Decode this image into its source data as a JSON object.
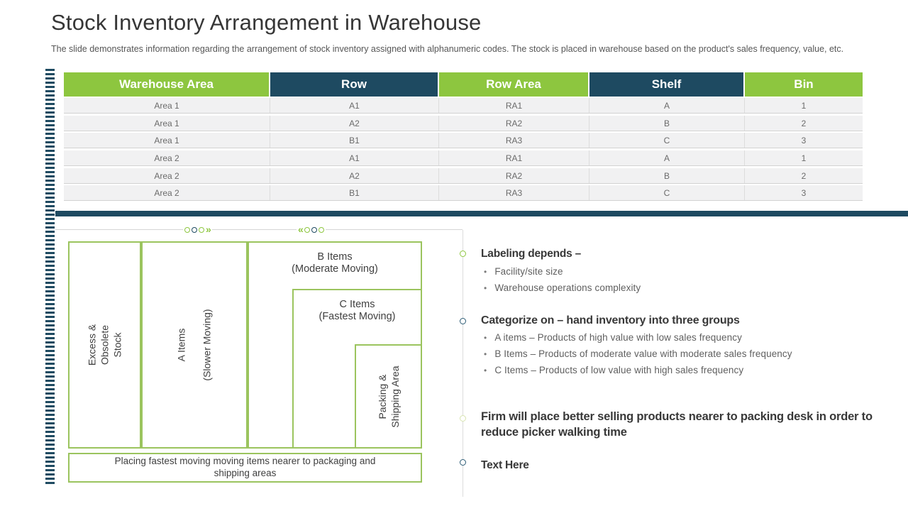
{
  "slide": {
    "title": "Stock Inventory Arrangement in Warehouse",
    "subtitle": "The slide demonstrates information regarding the arrangement of stock inventory assigned with alphanumeric codes. The stock is placed in warehouse based on the product's sales frequency, value, etc."
  },
  "colors": {
    "accent_green": "#8dc63f",
    "accent_navy": "#1e4a61",
    "diagram_border_green": "#9bc45e"
  },
  "table": {
    "headers": [
      "Warehouse Area",
      "Row",
      "Row Area",
      "Shelf",
      "Bin"
    ],
    "rows": [
      [
        "Area 1",
        "A1",
        "RA1",
        "A",
        "1"
      ],
      [
        "Area 1",
        "A2",
        "RA2",
        "B",
        "2"
      ],
      [
        "Area 1",
        "B1",
        "RA3",
        "C",
        "3"
      ],
      [
        "Area 2",
        "A1",
        "RA1",
        "A",
        "1"
      ],
      [
        "Area 2",
        "A2",
        "RA2",
        "B",
        "2"
      ],
      [
        "Area 2",
        "B1",
        "RA3",
        "C",
        "3"
      ]
    ]
  },
  "icons": {
    "chevrons_right": "»",
    "chevrons_left": "«",
    "bullet": "•"
  },
  "diagram": {
    "zones": {
      "excess": {
        "lines": [
          "Excess &",
          "Obsolete",
          "Stock"
        ]
      },
      "a": {
        "line1": "A Items",
        "line2": "(Slower Moving)"
      },
      "b": {
        "line1": "B Items",
        "line2": "(Moderate Moving)"
      },
      "c": {
        "line1": "C Items",
        "line2": "(Fastest Moving)"
      },
      "packing": {
        "line1": "Packing &",
        "line2": "Shipping Area"
      }
    },
    "caption": "Placing fastest moving moving items nearer to packaging and shipping areas"
  },
  "notes": {
    "sections": [
      {
        "heading": "Labeling depends –",
        "bullets": [
          "Facility/site size",
          "Warehouse operations complexity"
        ]
      },
      {
        "heading": "Categorize on – hand inventory into three groups",
        "bullets": [
          "A items – Products of high value with low sales frequency",
          "B Items – Products of moderate value with moderate sales frequency",
          "C Items – Products of low value with high sales frequency"
        ]
      },
      {
        "heading": "Firm will place better selling products nearer to packing desk in order to reduce picker walking time",
        "bullets": []
      },
      {
        "heading": "Text Here",
        "bullets": []
      }
    ]
  }
}
